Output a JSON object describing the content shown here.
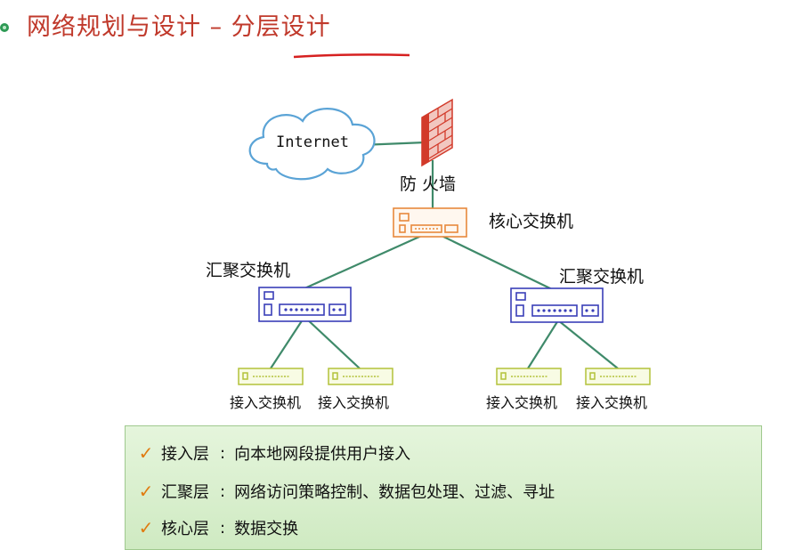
{
  "slide": {
    "title": "网络规划与设计 – 分层设计"
  },
  "diagram": {
    "internet": "Internet",
    "firewall": "防 火墙",
    "core_switch": "核心交换机",
    "distribution_left": "汇聚交换机",
    "distribution_right": "汇聚交换机",
    "access": [
      "接入交换机",
      "接入交换机",
      "接入交换机",
      "接入交换机"
    ]
  },
  "legend": {
    "separator": ":",
    "items": [
      {
        "name": "接入层",
        "desc": "向本地网段提供用户接入"
      },
      {
        "name": "汇聚层",
        "desc": "网络访问策略控制、数据包处理、过滤、寻址"
      },
      {
        "name": "核心层",
        "desc": "数据交换"
      }
    ]
  },
  "colors": {
    "title": "#c0392b",
    "link": "#3f8a6a",
    "core": "#e8893c",
    "distribution": "#3a3fb8",
    "access": "#b3c23a",
    "firewall": "#d23a2a",
    "cloud": "#5aa3d6",
    "check": "#e07b10"
  }
}
